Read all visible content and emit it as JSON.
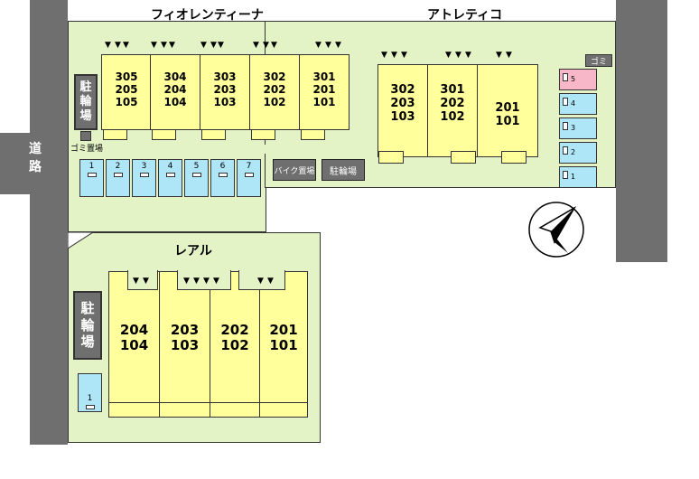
{
  "road_label": [
    "道",
    "路"
  ],
  "buildings": {
    "fiorenti": {
      "name": "フィオレンティーナ",
      "units": [
        [
          "305",
          "205",
          "105"
        ],
        [
          "304",
          "204",
          "104"
        ],
        [
          "303",
          "203",
          "103"
        ],
        [
          "302",
          "202",
          "102"
        ],
        [
          "301",
          "201",
          "101"
        ]
      ],
      "bike_parking": [
        "駐",
        "輪",
        "場"
      ],
      "garbage_label": "ゴミ置場",
      "parking_slots": [
        "1",
        "2",
        "3",
        "4",
        "5",
        "6",
        "7"
      ]
    },
    "atreteco": {
      "name": "アトレティコ",
      "units": [
        [
          "302",
          "203",
          "103"
        ],
        [
          "301",
          "202",
          "102"
        ],
        [
          "201",
          "101"
        ]
      ],
      "bike_parking_label": "バイク置場",
      "cycle_parking_label": "駐輪場",
      "garbage_label": "ゴミ",
      "small_slots": [
        "5",
        "4",
        "3",
        "2",
        "1"
      ]
    },
    "real": {
      "name": "レアル",
      "units": [
        [
          "204",
          "104"
        ],
        [
          "203",
          "103"
        ],
        [
          "202",
          "102"
        ],
        [
          "201",
          "101"
        ]
      ],
      "bike_parking": [
        "駐",
        "輪",
        "場"
      ],
      "parking_slots": [
        "1"
      ]
    }
  },
  "door_mark": "▼",
  "compass": {
    "icon": "north-arrow-icon"
  },
  "colors": {
    "road": "#6f6f6f",
    "lot": "#e3f3c6",
    "unit": "#ffff9c",
    "parking": "#aee6f8",
    "garbage_highlight": "#f7b7c9"
  }
}
